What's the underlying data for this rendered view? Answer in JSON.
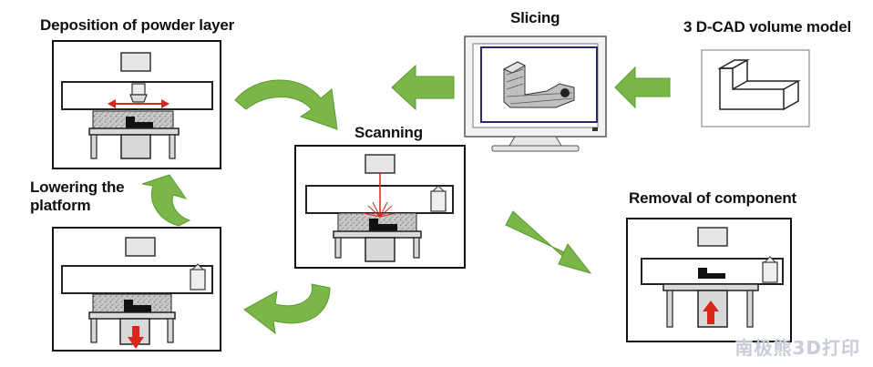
{
  "labels": {
    "deposition": "Deposition of powder layer",
    "slicing": "Slicing",
    "cad": "3 D-CAD volume model",
    "scanning": "Scanning",
    "lowering": "Lowering the platform",
    "removal": "Removal of component"
  },
  "watermark": "南极熊3D打印",
  "colors": {
    "arrow_green": "#7ab648",
    "arrow_green_dark": "#5a9a2e",
    "red": "#d9261c",
    "powder": "#bcbcbc",
    "part": "#111111"
  }
}
